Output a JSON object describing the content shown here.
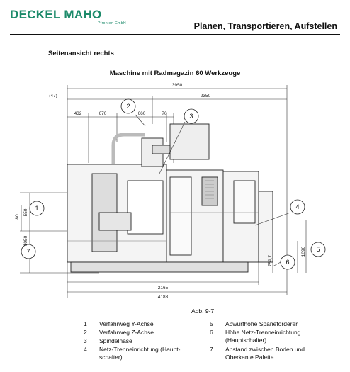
{
  "header": {
    "logo_main": "DECKEL MAHO",
    "logo_sub": "Pfronten GmbH",
    "title": "Planen, Transportieren, Aufstellen"
  },
  "section_title": "Seitenansicht rechts",
  "drawing_title": "Maschine mit Radmagazin 60 Werkzeuge",
  "dimensions": {
    "d3950": "3950",
    "d47": "(47)",
    "d2350": "2350",
    "d432": "432",
    "d670": "670",
    "d660": "660",
    "d70": "70",
    "d80": "80",
    "d550": "550",
    "d1050": "1050",
    "d1090": "1090",
    "d759": "759,7",
    "d2165": "2165",
    "d4183": "4183"
  },
  "callouts": [
    "1",
    "2",
    "3",
    "4",
    "5",
    "6",
    "7"
  ],
  "figure_caption": "Abb. 9-7",
  "legend_left": [
    {
      "num": "1",
      "text": "Verfahrweg Y-Achse"
    },
    {
      "num": "2",
      "text": "Verfahrweg Z-Achse"
    },
    {
      "num": "3",
      "text": "Spindelnase"
    },
    {
      "num": "4",
      "text": "Netz-Trenneinrichtung (Haupt-schalter)"
    }
  ],
  "legend_right": [
    {
      "num": "5",
      "text": "Abwurfhöhe Späneförderer"
    },
    {
      "num": "6",
      "text": "Höhe Netz-Trenneinrichtung (Hauptschalter)"
    },
    {
      "num": "7",
      "text": "Abstand zwischen Boden und Oberkante Palette"
    }
  ]
}
